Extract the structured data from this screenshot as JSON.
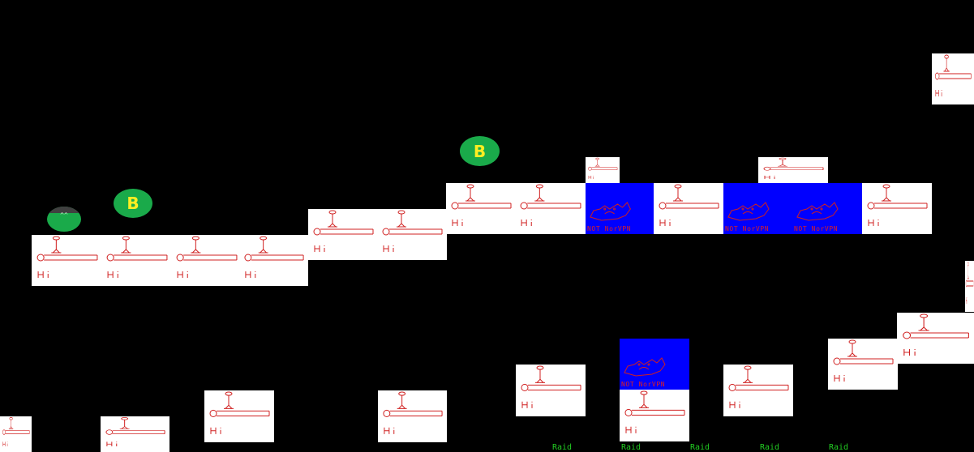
{
  "scene": {
    "background_color": "#000000",
    "tile_color": "#ffffff",
    "blue_tile_color": "#0000ff",
    "sketch_color": "#d02020",
    "coin_color": "#1aaa4a",
    "coin_letter_color": "#ffee22"
  },
  "tiles": {
    "label": "Hi"
  },
  "coins": {
    "letter": "B"
  },
  "player": {
    "face": "^^"
  },
  "blue_tiles": {
    "caption": "NOT NorVPN"
  },
  "bottom_labels": {
    "text": "Raid"
  }
}
